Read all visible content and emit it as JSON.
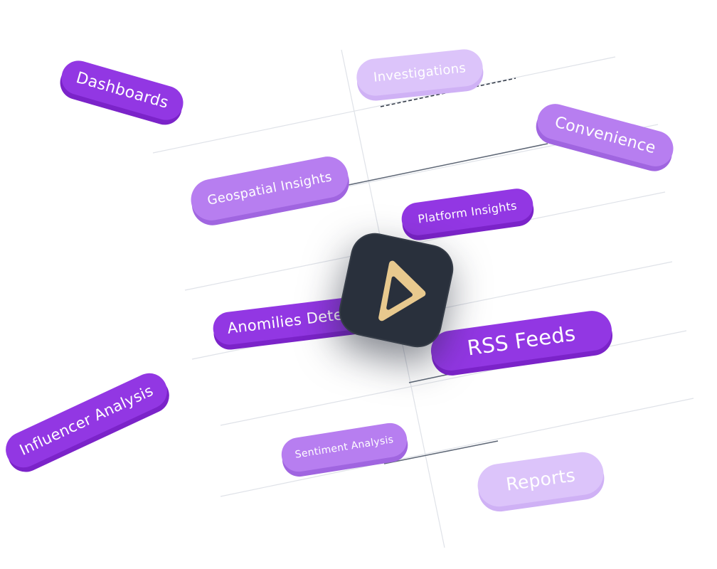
{
  "tags": {
    "dashboards": "Dashboards",
    "investigations": "Investigations",
    "convenience": "Convenience",
    "geospatial_insights": "Geospatial Insights",
    "platform_insights": "Platform Insights",
    "anomilies_detection": "Anomilies Dete",
    "rss_feeds": "RSS Feeds",
    "influencer_analysis": "Influencer Analysis",
    "sentiment_analysis": "Sentiment Analysis",
    "reports": "Reports"
  },
  "colors": {
    "pill_dark": "#9237e3",
    "pill_medium": "#b77ef0",
    "pill_light": "#dcc4fa",
    "logo_tile": "#29303c",
    "logo_gold": "#e8c98e"
  },
  "icons": {
    "center": "triangle-logo-icon"
  }
}
